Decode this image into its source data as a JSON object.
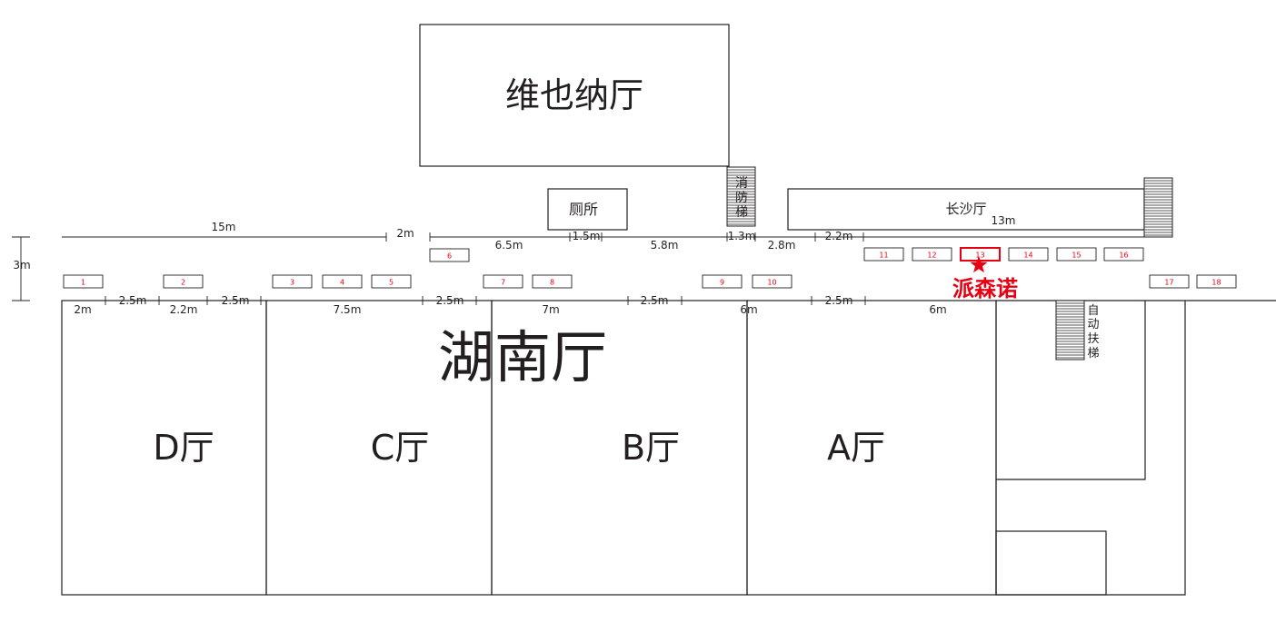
{
  "halls": {
    "vienna": "维也纳厅",
    "restroom": "厕所",
    "changsha": "长沙厅",
    "hunan": "湖南厅",
    "d": "D厅",
    "c": "C厅",
    "b": "B厅",
    "a": "A厅"
  },
  "stairs": {
    "fire_stairs": [
      "消",
      "防",
      "梯"
    ],
    "escalator": [
      "自",
      "动",
      "扶",
      "梯"
    ]
  },
  "highlight": {
    "label": "派森诺",
    "booth": "13",
    "color": "#e60012"
  },
  "dimensions": {
    "upper": [
      "15m",
      "2m",
      "6.5m",
      "1.5m",
      "5.8m",
      "1.3m",
      "2.8m",
      "2.2m",
      "13m"
    ],
    "lower": [
      "2m",
      "2.5m",
      "2.2m",
      "2.5m",
      "7.5m",
      "2.5m",
      "7m",
      "2.5m",
      "6m",
      "2.5m",
      "6m"
    ],
    "corridor_width": "3m"
  },
  "booths": [
    "1",
    "2",
    "3",
    "4",
    "5",
    "6",
    "7",
    "8",
    "9",
    "10",
    "11",
    "12",
    "13",
    "14",
    "15",
    "16",
    "17",
    "18"
  ],
  "colors": {
    "line": "#231f20",
    "booth": "#e60012"
  }
}
